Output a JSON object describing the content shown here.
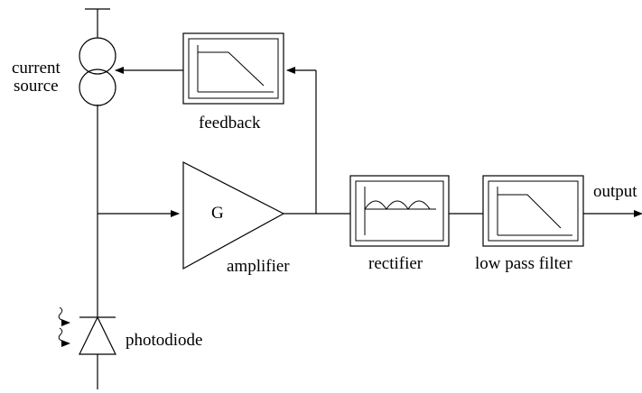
{
  "diagram": {
    "labels": {
      "current_source": [
        "current",
        "source"
      ],
      "feedback": "feedback",
      "amplifier_gain": "G",
      "amplifier": "amplifier",
      "rectifier": "rectifier",
      "low_pass_filter": "low pass filter",
      "output": "output",
      "photodiode": "photodiode"
    },
    "colors": {
      "ink": "#000000",
      "background": "#ffffff"
    }
  }
}
